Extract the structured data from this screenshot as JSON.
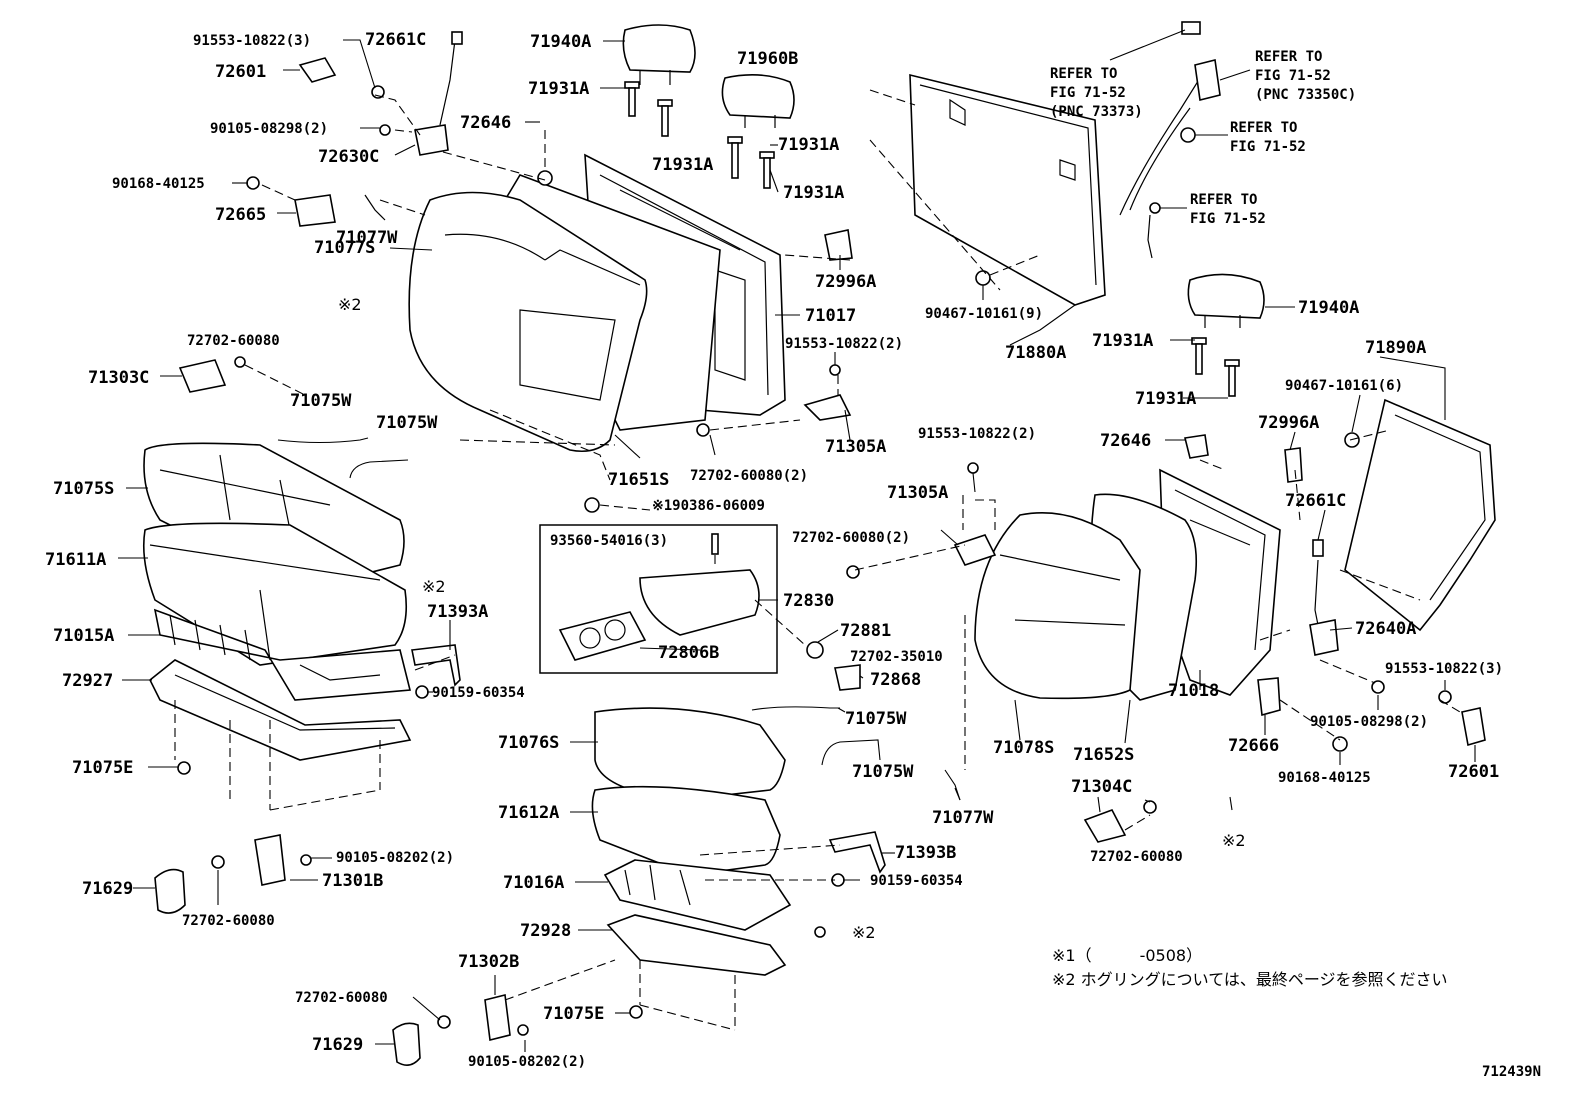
{
  "labels": {
    "p91553_10822_3_tl": "91553-10822(3)",
    "p72661C_tl": "72661C",
    "p72601_tl": "72601",
    "p90105_08298_tl": "90105-08298(2)",
    "p72630C": "72630C",
    "p90168_40125_tl": "90168-40125",
    "p72665": "72665",
    "p71077W_tl": "71077W",
    "p71077S": "71077S",
    "p2_a": "※2",
    "p72702_60080_a": "72702-60080",
    "p71303C": "71303C",
    "p71075W_a": "71075W",
    "p71075W_b": "71075W",
    "p71075S": "71075S",
    "p71611A": "71611A",
    "p2_b": "※2",
    "p71393A": "71393A",
    "p71015A": "71015A",
    "p90159_60354_a": "90159-60354",
    "p72927": "72927",
    "p71075E_a": "71075E",
    "p90105_08202_a": "90105-08202(2)",
    "p71301B": "71301B",
    "p71629_a": "71629",
    "p72702_60080_b": "72702-60080",
    "p71940A_a": "71940A",
    "p71931A_a": "71931A",
    "p72646_a": "72646",
    "p71931A_b": "71931A",
    "p71960B": "71960B",
    "p71931A_c": "71931A",
    "p71931A_d": "71931A",
    "p72996A_a": "72996A",
    "p71017": "71017",
    "p91553_10822_2_a": "91553-10822(2)",
    "p71305A_a": "71305A",
    "p72702_60080_2_a": "72702-60080(2)",
    "p71651S": "71651S",
    "p1_90386": "※190386-06009",
    "p93560_54016": "93560-54016(3)",
    "p72830": "72830",
    "p72806B": "72806B",
    "p72881": "72881",
    "p72702_35010": "72702-35010",
    "p72868": "72868",
    "p71076S": "71076S",
    "p71075W_c": "71075W",
    "p71075W_d": "71075W",
    "p71612A": "71612A",
    "p71393B": "71393B",
    "p71016A": "71016A",
    "p90159_60354_b": "90159-60354",
    "p72928": "72928",
    "p2_c": "※2",
    "p71302B": "71302B",
    "p72702_60080_c": "72702-60080",
    "p71075E_b": "71075E",
    "p71629_b": "71629",
    "p90105_08202_b": "90105-08202(2)",
    "p71077W_b": "71077W",
    "refer1_a": "REFER TO",
    "refer1_b": "FIG 71-52",
    "refer1_c": "(PNC 73373)",
    "refer2_a": "REFER TO",
    "refer2_b": "FIG 71-52",
    "refer2_c": "(PNC 73350C)",
    "refer3_a": "REFER TO",
    "refer3_b": "FIG 71-52",
    "refer4_a": "REFER TO",
    "refer4_b": "FIG 71-52",
    "p90467_10161_9": "90467-10161(9)",
    "p71880A": "71880A",
    "p71940A_b": "71940A",
    "p71931A_e": "71931A",
    "p71931A_f": "71931A",
    "p71890A": "71890A",
    "p90467_10161_6": "90467-10161(6)",
    "p72646_b": "72646",
    "p72996A_b": "72996A",
    "p91553_10822_2_b": "91553-10822(2)",
    "p71305A_b": "71305A",
    "p72702_60080_2_b": "72702-60080(2)",
    "p72661C_r": "72661C",
    "p72640A": "72640A",
    "p91553_10822_3_r": "91553-10822(3)",
    "p90105_08298_r": "90105-08298(2)",
    "p71078S": "71078S",
    "p71652S": "71652S",
    "p71018": "71018",
    "p72666": "72666",
    "p90168_40125_r": "90168-40125",
    "p72601_r": "72601",
    "p71304C": "71304C",
    "p72702_60080_d": "72702-60080",
    "p2_d": "※2"
  },
  "notes": {
    "note1": "※1（　　　-0508）",
    "note2": "※2 ホグリングについては、最終ページを参照ください"
  },
  "code": "712439N"
}
